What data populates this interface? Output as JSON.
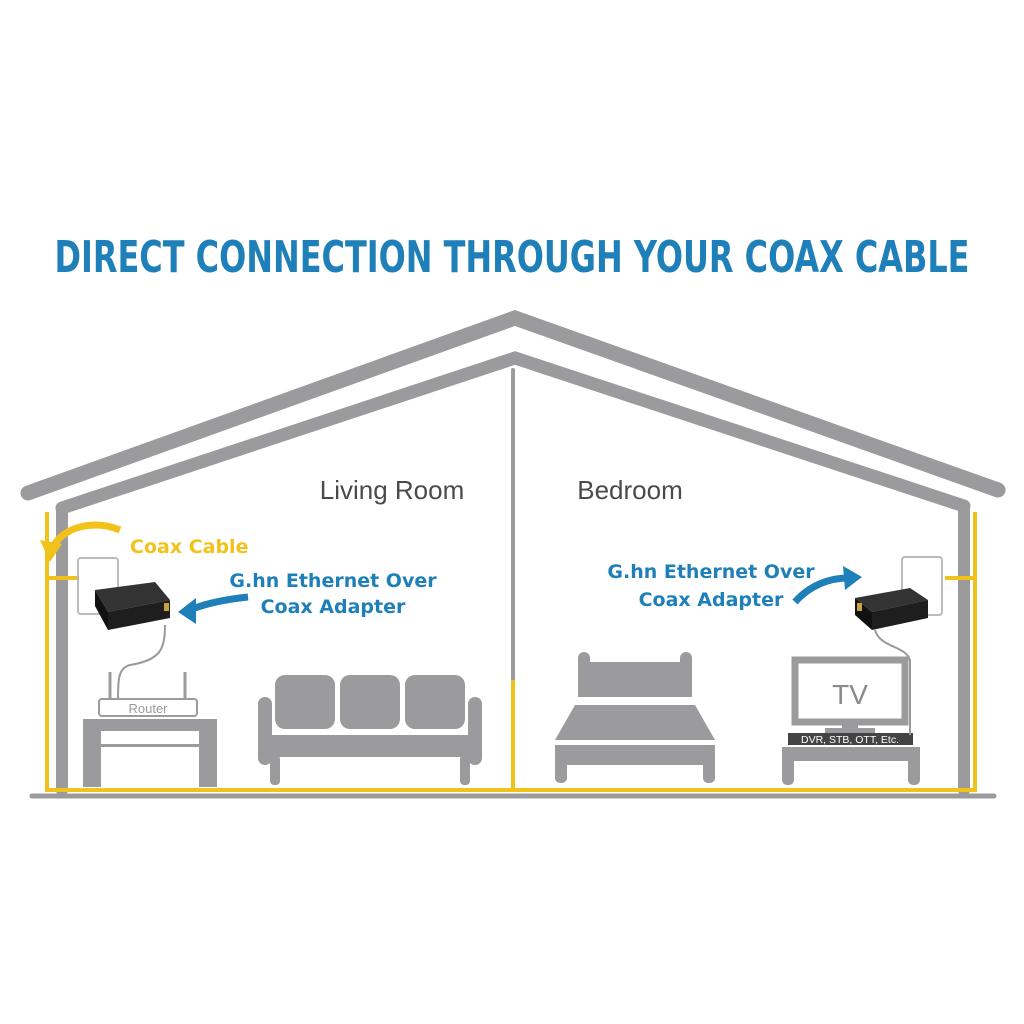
{
  "title": "DIRECT CONNECTION THROUGH YOUR COAX CABLE",
  "rooms": {
    "left": "Living Room",
    "right": "Bedroom"
  },
  "labels": {
    "coax_cable": "Coax Cable",
    "adapter_left_line1": "G.hn Ethernet Over",
    "adapter_left_line2": "Coax Adapter",
    "adapter_right_line1": "G.hn Ethernet Over",
    "adapter_right_line2": "Coax Adapter",
    "router": "Router",
    "tv": "TV",
    "set_top": "DVR, STB, OTT, Etc."
  },
  "colors": {
    "title": "#1f80b9",
    "house": "#9b9b9d",
    "coax": "#f2c21b",
    "adapter": "#1e1e1e"
  }
}
